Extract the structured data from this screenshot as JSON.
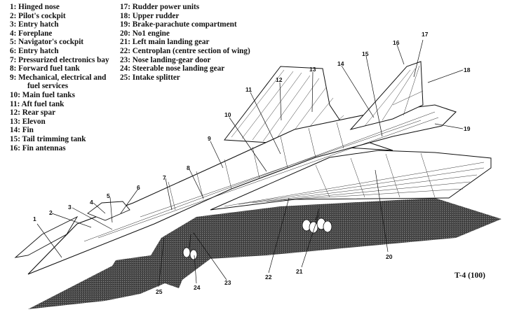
{
  "legend": {
    "left": [
      {
        "num": "1:",
        "label": "Hinged nose"
      },
      {
        "num": "2:",
        "label": "Pilot's cockpit"
      },
      {
        "num": "3:",
        "label": "Entry hatch"
      },
      {
        "num": "4:",
        "label": "Foreplane"
      },
      {
        "num": "5:",
        "label": "Navigator's cockpit"
      },
      {
        "num": "6:",
        "label": "Entry hatch"
      },
      {
        "num": "7:",
        "label": "Pressurized electronics bay"
      },
      {
        "num": "8:",
        "label": "Forward fuel tank"
      },
      {
        "num": "9:",
        "label": "Mechanical, electrical and",
        "cont": "fuel services"
      },
      {
        "num": "10:",
        "label": "Main fuel tanks"
      },
      {
        "num": "11:",
        "label": "Aft fuel tank"
      },
      {
        "num": "12:",
        "label": "Rear spar"
      },
      {
        "num": "13:",
        "label": "Elevon"
      },
      {
        "num": "14:",
        "label": "Fin"
      },
      {
        "num": "15:",
        "label": "Tail trimming tank"
      },
      {
        "num": "16:",
        "label": "Fin antennas"
      }
    ],
    "right": [
      {
        "num": "17:",
        "label": "Rudder power units"
      },
      {
        "num": "18:",
        "label": "Upper rudder"
      },
      {
        "num": "19:",
        "label": "Brake-parachute compartment"
      },
      {
        "num": "20:",
        "label": "No1 engine"
      },
      {
        "num": "21:",
        "label": "Left main landing gear"
      },
      {
        "num": "22:",
        "label": "Centroplan (centre section of wing)"
      },
      {
        "num": "23:",
        "label": "Nose landing-gear door"
      },
      {
        "num": "24:",
        "label": "Steerable nose landing gear"
      },
      {
        "num": "25:",
        "label": "Intake splitter"
      }
    ]
  },
  "callouts": [
    "1",
    "2",
    "3",
    "4",
    "5",
    "6",
    "7",
    "8",
    "9",
    "10",
    "11",
    "12",
    "13",
    "14",
    "15",
    "16",
    "17",
    "18",
    "19",
    "20",
    "21",
    "22",
    "23",
    "24",
    "25"
  ],
  "caption": "T-4 (100)",
  "colors": {
    "ink": "#111111",
    "shadow": "#3a3a3a",
    "paper": "#ffffff"
  }
}
